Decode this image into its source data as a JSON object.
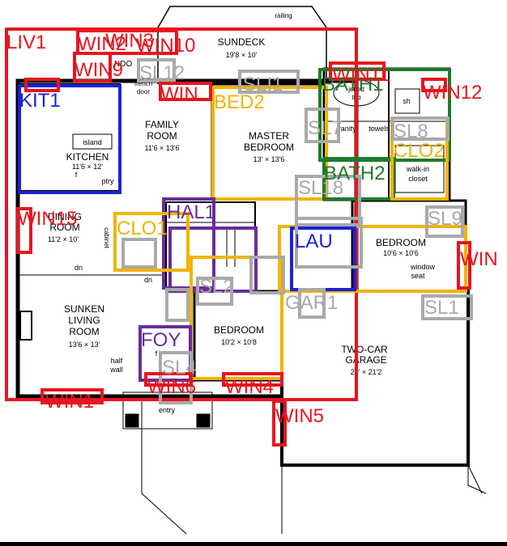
{
  "rooms": {
    "sundeck": {
      "name": "SUNDECK",
      "dim": "19'8 × 10'"
    },
    "family": {
      "name1": "FAMILY",
      "name2": "ROOM",
      "dim": "11'6 × 13'6"
    },
    "master": {
      "name1": "MASTER",
      "name2": "BEDROOM",
      "dim": "13' × 13'6"
    },
    "kitchen": {
      "name": "KITCHEN",
      "dim": "11'6 × 12'"
    },
    "dining": {
      "name1": "DINING",
      "name2": "ROOM",
      "dim": "11'2 × 10'"
    },
    "living": {
      "name1": "SUNKEN",
      "name2": "LIVING",
      "name3": "ROOM",
      "dim": "13'6 × 13'"
    },
    "bedroom_e": {
      "name": "BEDROOM",
      "dim": "10'6 × 10'6"
    },
    "bedroom_s": {
      "name": "BEDROOM",
      "dim": "10'2 × 10'8"
    },
    "garage": {
      "name1": "TWO-CAR",
      "name2": "GARAGE",
      "dim": "20' × 21'2"
    }
  },
  "plan_text": {
    "railing": "railing",
    "french_door1": "french",
    "french_door2": "door",
    "window_top": "NDO",
    "island": "island",
    "f": "f",
    "ptry": "ptry",
    "sh": "sh",
    "tub1": "jetted",
    "tub2": "tub",
    "vanity": "vanity",
    "towels": "towels",
    "walkin1": "walk-in",
    "walkin2": "closet",
    "cabinet": "cabinet",
    "dn1": "dn",
    "dn2": "dn",
    "window_seat1": "window",
    "window_seat2": "seat",
    "half_wall1": "half",
    "half_wall2": "wall",
    "entry": "entry",
    "f2": "f"
  },
  "labels": [
    {
      "id": "LIV1",
      "text": "LIV1",
      "color": "red"
    },
    {
      "id": "WIN2",
      "text": "WIN2",
      "color": "red"
    },
    {
      "id": "WIN3",
      "text": "WIN3",
      "color": "red"
    },
    {
      "id": "WIN10",
      "text": "WIN10",
      "color": "red"
    },
    {
      "id": "WIN9",
      "text": "WIN9",
      "color": "red"
    },
    {
      "id": "SL12",
      "text": "SL12",
      "color": "gray"
    },
    {
      "id": "WIN_FAM",
      "text": "WIN",
      "color": "red"
    },
    {
      "id": "SL11",
      "text": "SLI1",
      "color": "gray"
    },
    {
      "id": "BED2",
      "text": "BED2",
      "color": "gold"
    },
    {
      "id": "KIT1",
      "text": "KIT1",
      "color": "blue"
    },
    {
      "id": "BATH1",
      "text": "BATH1",
      "color": "green"
    },
    {
      "id": "WIN11",
      "text": "WIN11",
      "color": "red"
    },
    {
      "id": "WIN12",
      "text": "WIN12",
      "color": "red"
    },
    {
      "id": "SL7",
      "text": "SL7",
      "color": "gray"
    },
    {
      "id": "SL8",
      "text": "SL8",
      "color": "gray"
    },
    {
      "id": "CLO2",
      "text": "CLO2",
      "color": "gold"
    },
    {
      "id": "BATH2",
      "text": "BATH2",
      "color": "green"
    },
    {
      "id": "WIN15",
      "text": "WIN15",
      "color": "red"
    },
    {
      "id": "HAL1",
      "text": "HAL1",
      "color": "purple"
    },
    {
      "id": "SL18",
      "text": "SL18",
      "color": "gray"
    },
    {
      "id": "CLO1",
      "text": "CLO1",
      "color": "gold"
    },
    {
      "id": "SL9",
      "text": "SL9",
      "color": "gray"
    },
    {
      "id": "WIN_E",
      "text": "WIN",
      "color": "red"
    },
    {
      "id": "LAU1",
      "text": "LAU",
      "color": "blue"
    },
    {
      "id": "GAR1",
      "text": "GAR1",
      "color": "gray"
    },
    {
      "id": "SL1",
      "text": "SL1",
      "color": "gray"
    },
    {
      "id": "SL2",
      "text": "SL2",
      "color": "gray"
    },
    {
      "id": "FOY1",
      "text": "FOY",
      "color": "purple"
    },
    {
      "id": "SL4",
      "text": "SL4",
      "color": "gray"
    },
    {
      "id": "WIN1",
      "text": "WIN1",
      "color": "red"
    },
    {
      "id": "WIN6",
      "text": "WIN6",
      "color": "red"
    },
    {
      "id": "WIN4",
      "text": "WIN4",
      "color": "red"
    },
    {
      "id": "WIN5",
      "text": "WIN5",
      "color": "red"
    }
  ],
  "colors": {
    "red": "#e8141e",
    "blue": "#1a22d8",
    "green": "#1f7a2a",
    "gold": "#f0b400",
    "purple": "#6a2c9a",
    "gray": "#a9a9a9",
    "wall": "#000000",
    "background": "#000000",
    "paper": "#ffffff"
  }
}
